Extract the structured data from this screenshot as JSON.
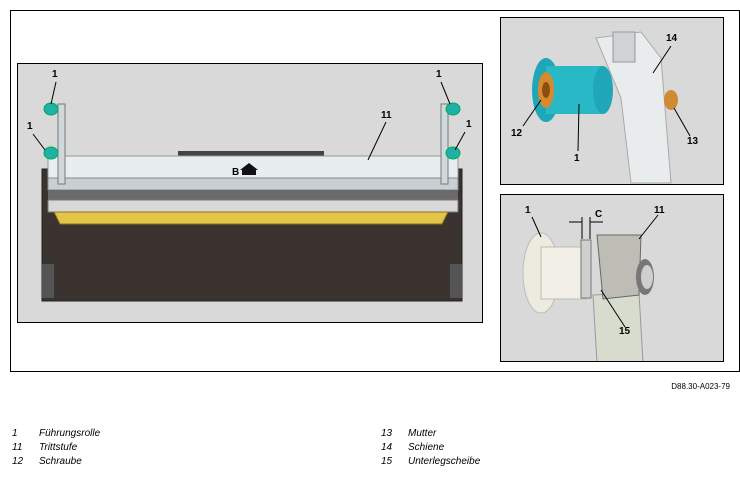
{
  "drawing_code": "D88.30-A023-79",
  "callouts": {
    "main": {
      "roller_tl_top": "1",
      "roller_tl_bot": "1",
      "roller_tr_top": "1",
      "roller_tr_bot": "1",
      "step": "11",
      "view_b": "B"
    },
    "detail_a": {
      "rail": "14",
      "screw": "12",
      "roller": "1",
      "nut": "13"
    },
    "detail_b": {
      "roller": "1",
      "clearance": "C",
      "step": "11",
      "washer": "15"
    }
  },
  "legend_left": [
    {
      "num": "1",
      "label": "Führungsrolle"
    },
    {
      "num": "11",
      "label": "Trittstufe"
    },
    {
      "num": "12",
      "label": "Schraube"
    }
  ],
  "legend_right": [
    {
      "num": "13",
      "label": "Mutter"
    },
    {
      "num": "14",
      "label": "Schiene"
    },
    {
      "num": "15",
      "label": "Unterlegscheibe"
    }
  ]
}
